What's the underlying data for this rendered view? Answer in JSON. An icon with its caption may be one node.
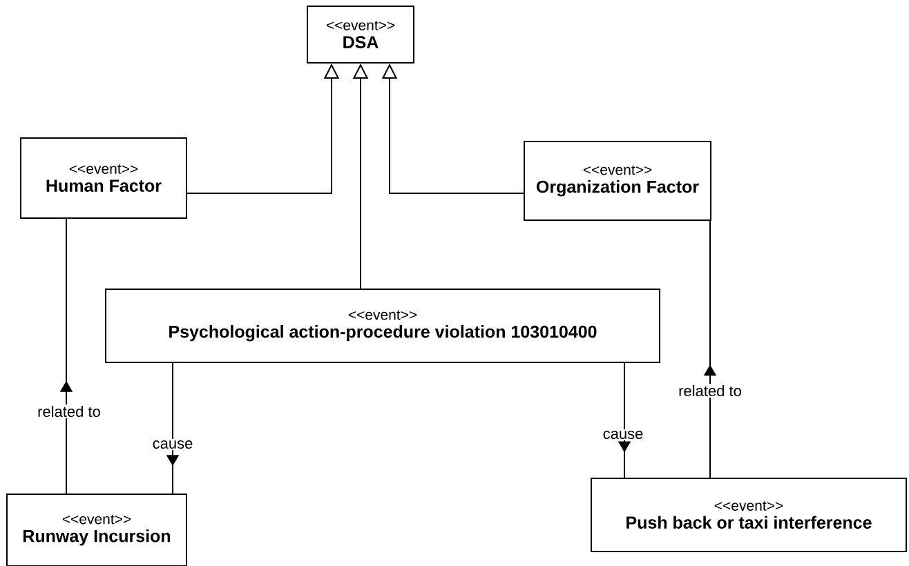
{
  "diagram": {
    "nodes": [
      {
        "text": [
          "<<event>>",
          "DSA"
        ]
      },
      {
        "text": [
          "<<event>>",
          "Human Factor"
        ]
      },
      {
        "text": [
          "<<event>>",
          "Organization Factor"
        ]
      },
      {
        "text": [
          "<<event>>",
          "Psychological action-procedure violation 103010400"
        ]
      },
      {
        "text": [
          "<<event>>",
          "Runway Incursion"
        ]
      },
      {
        "text": [
          "<<event>>",
          "Push back or taxi interference"
        ]
      }
    ],
    "edges": [
      {
        "from": 1,
        "to": 0,
        "arrow": "to"
      },
      {
        "from": 3,
        "to": 0,
        "arrow": "to"
      },
      {
        "from": 2,
        "to": 0,
        "arrow": "to"
      },
      {
        "from": 4,
        "to": 1,
        "arrow": "to",
        "label": "related to"
      },
      {
        "from": 3,
        "to": 4,
        "arrow": "to",
        "label": "cause"
      },
      {
        "from": 3,
        "to": 5,
        "arrow": "to",
        "label": "cause"
      },
      {
        "from": 5,
        "to": 2,
        "arrow": "to",
        "label": "related to"
      }
    ]
  }
}
